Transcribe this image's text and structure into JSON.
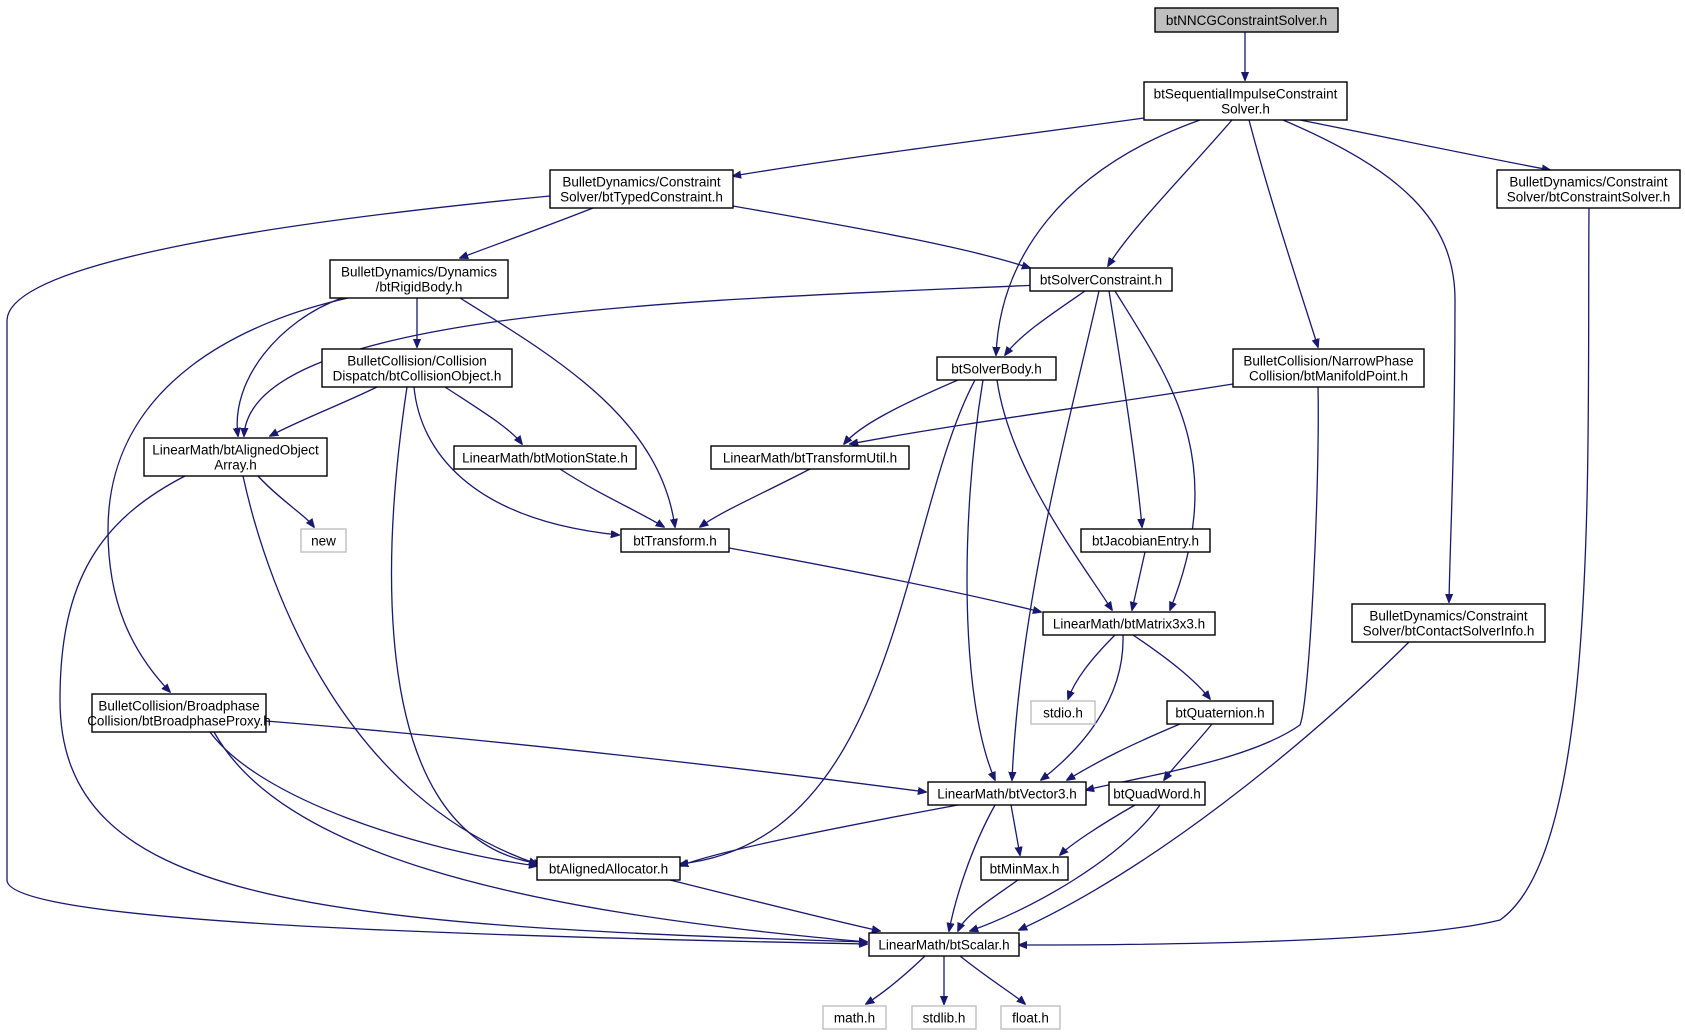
{
  "diagram": {
    "type": "include-dependency-graph",
    "colors": {
      "edge": "#191970",
      "node_border": "#000000",
      "root_fill": "#bfbfbf",
      "external_border": "#bfbfbf"
    },
    "nodes": [
      {
        "id": "root",
        "lines": [
          "btNNCGConstraintSolver.h"
        ],
        "kind": "root"
      },
      {
        "id": "seq",
        "lines": [
          "btSequentialImpulseConstraint",
          "Solver.h"
        ],
        "kind": "std"
      },
      {
        "id": "typed",
        "lines": [
          "BulletDynamics/Constraint",
          "Solver/btTypedConstraint.h"
        ],
        "kind": "std"
      },
      {
        "id": "csolver",
        "lines": [
          "BulletDynamics/Constraint",
          "Solver/btConstraintSolver.h"
        ],
        "kind": "std"
      },
      {
        "id": "rigid",
        "lines": [
          "BulletDynamics/Dynamics",
          "/btRigidBody.h"
        ],
        "kind": "std"
      },
      {
        "id": "solvcon",
        "lines": [
          "btSolverConstraint.h"
        ],
        "kind": "std"
      },
      {
        "id": "colobj",
        "lines": [
          "BulletCollision/Collision",
          "Dispatch/btCollisionObject.h"
        ],
        "kind": "std"
      },
      {
        "id": "solvbody",
        "lines": [
          "btSolverBody.h"
        ],
        "kind": "std"
      },
      {
        "id": "manifold",
        "lines": [
          "BulletCollision/NarrowPhase",
          "Collision/btManifoldPoint.h"
        ],
        "kind": "std"
      },
      {
        "id": "alarr",
        "lines": [
          "LinearMath/btAlignedObject",
          "Array.h"
        ],
        "kind": "std"
      },
      {
        "id": "motion",
        "lines": [
          "LinearMath/btMotionState.h"
        ],
        "kind": "std"
      },
      {
        "id": "tutil",
        "lines": [
          "LinearMath/btTransformUtil.h"
        ],
        "kind": "std"
      },
      {
        "id": "new",
        "lines": [
          "new"
        ],
        "kind": "ext"
      },
      {
        "id": "transform",
        "lines": [
          "btTransform.h"
        ],
        "kind": "std"
      },
      {
        "id": "jacobian",
        "lines": [
          "btJacobianEntry.h"
        ],
        "kind": "std"
      },
      {
        "id": "matrix",
        "lines": [
          "LinearMath/btMatrix3x3.h"
        ],
        "kind": "std"
      },
      {
        "id": "contactinfo",
        "lines": [
          "BulletDynamics/Constraint",
          "Solver/btContactSolverInfo.h"
        ],
        "kind": "std"
      },
      {
        "id": "bproxy",
        "lines": [
          "BulletCollision/Broadphase",
          "Collision/btBroadphaseProxy.h"
        ],
        "kind": "std"
      },
      {
        "id": "stdio",
        "lines": [
          "stdio.h"
        ],
        "kind": "ext"
      },
      {
        "id": "quat",
        "lines": [
          "btQuaternion.h"
        ],
        "kind": "std"
      },
      {
        "id": "vector3",
        "lines": [
          "LinearMath/btVector3.h"
        ],
        "kind": "std"
      },
      {
        "id": "quadword",
        "lines": [
          "btQuadWord.h"
        ],
        "kind": "std"
      },
      {
        "id": "alalloc",
        "lines": [
          "btAlignedAllocator.h"
        ],
        "kind": "std"
      },
      {
        "id": "minmax",
        "lines": [
          "btMinMax.h"
        ],
        "kind": "std"
      },
      {
        "id": "scalar",
        "lines": [
          "LinearMath/btScalar.h"
        ],
        "kind": "std"
      },
      {
        "id": "math",
        "lines": [
          "math.h"
        ],
        "kind": "ext"
      },
      {
        "id": "stdlib",
        "lines": [
          "stdlib.h"
        ],
        "kind": "ext"
      },
      {
        "id": "float",
        "lines": [
          "float.h"
        ],
        "kind": "ext"
      }
    ],
    "edges": [
      {
        "from": "root",
        "to": "seq"
      },
      {
        "from": "seq",
        "to": "typed"
      },
      {
        "from": "seq",
        "to": "solvbody"
      },
      {
        "from": "seq",
        "to": "solvcon"
      },
      {
        "from": "seq",
        "to": "manifold"
      },
      {
        "from": "seq",
        "to": "contactinfo"
      },
      {
        "from": "seq",
        "to": "csolver"
      },
      {
        "from": "typed",
        "to": "scalar"
      },
      {
        "from": "typed",
        "to": "rigid"
      },
      {
        "from": "typed",
        "to": "solvcon"
      },
      {
        "from": "csolver",
        "to": "scalar"
      },
      {
        "from": "rigid",
        "to": "alarr"
      },
      {
        "from": "rigid",
        "to": "colobj"
      },
      {
        "from": "rigid",
        "to": "transform"
      },
      {
        "from": "rigid",
        "to": "bproxy"
      },
      {
        "from": "solvcon",
        "to": "alarr"
      },
      {
        "from": "solvcon",
        "to": "solvbody"
      },
      {
        "from": "solvcon",
        "to": "vector3"
      },
      {
        "from": "solvcon",
        "to": "jacobian"
      },
      {
        "from": "solvcon",
        "to": "matrix"
      },
      {
        "from": "colobj",
        "to": "alarr"
      },
      {
        "from": "colobj",
        "to": "motion"
      },
      {
        "from": "colobj",
        "to": "transform"
      },
      {
        "from": "colobj",
        "to": "alalloc"
      },
      {
        "from": "solvbody",
        "to": "tutil"
      },
      {
        "from": "solvbody",
        "to": "alalloc"
      },
      {
        "from": "solvbody",
        "to": "vector3"
      },
      {
        "from": "solvbody",
        "to": "matrix"
      },
      {
        "from": "manifold",
        "to": "tutil"
      },
      {
        "from": "manifold",
        "to": "vector3"
      },
      {
        "from": "alarr",
        "to": "new"
      },
      {
        "from": "alarr",
        "to": "alalloc"
      },
      {
        "from": "alarr",
        "to": "scalar"
      },
      {
        "from": "motion",
        "to": "transform"
      },
      {
        "from": "tutil",
        "to": "transform"
      },
      {
        "from": "transform",
        "to": "matrix"
      },
      {
        "from": "jacobian",
        "to": "matrix"
      },
      {
        "from": "matrix",
        "to": "stdio"
      },
      {
        "from": "matrix",
        "to": "quat"
      },
      {
        "from": "matrix",
        "to": "vector3"
      },
      {
        "from": "contactinfo",
        "to": "scalar"
      },
      {
        "from": "bproxy",
        "to": "vector3"
      },
      {
        "from": "bproxy",
        "to": "alalloc"
      },
      {
        "from": "bproxy",
        "to": "scalar"
      },
      {
        "from": "quat",
        "to": "vector3"
      },
      {
        "from": "quat",
        "to": "quadword"
      },
      {
        "from": "vector3",
        "to": "alalloc"
      },
      {
        "from": "vector3",
        "to": "minmax"
      },
      {
        "from": "vector3",
        "to": "scalar"
      },
      {
        "from": "quadword",
        "to": "minmax"
      },
      {
        "from": "quadword",
        "to": "scalar"
      },
      {
        "from": "alalloc",
        "to": "scalar"
      },
      {
        "from": "minmax",
        "to": "scalar"
      },
      {
        "from": "scalar",
        "to": "math"
      },
      {
        "from": "scalar",
        "to": "stdlib"
      },
      {
        "from": "scalar",
        "to": "float"
      }
    ]
  }
}
